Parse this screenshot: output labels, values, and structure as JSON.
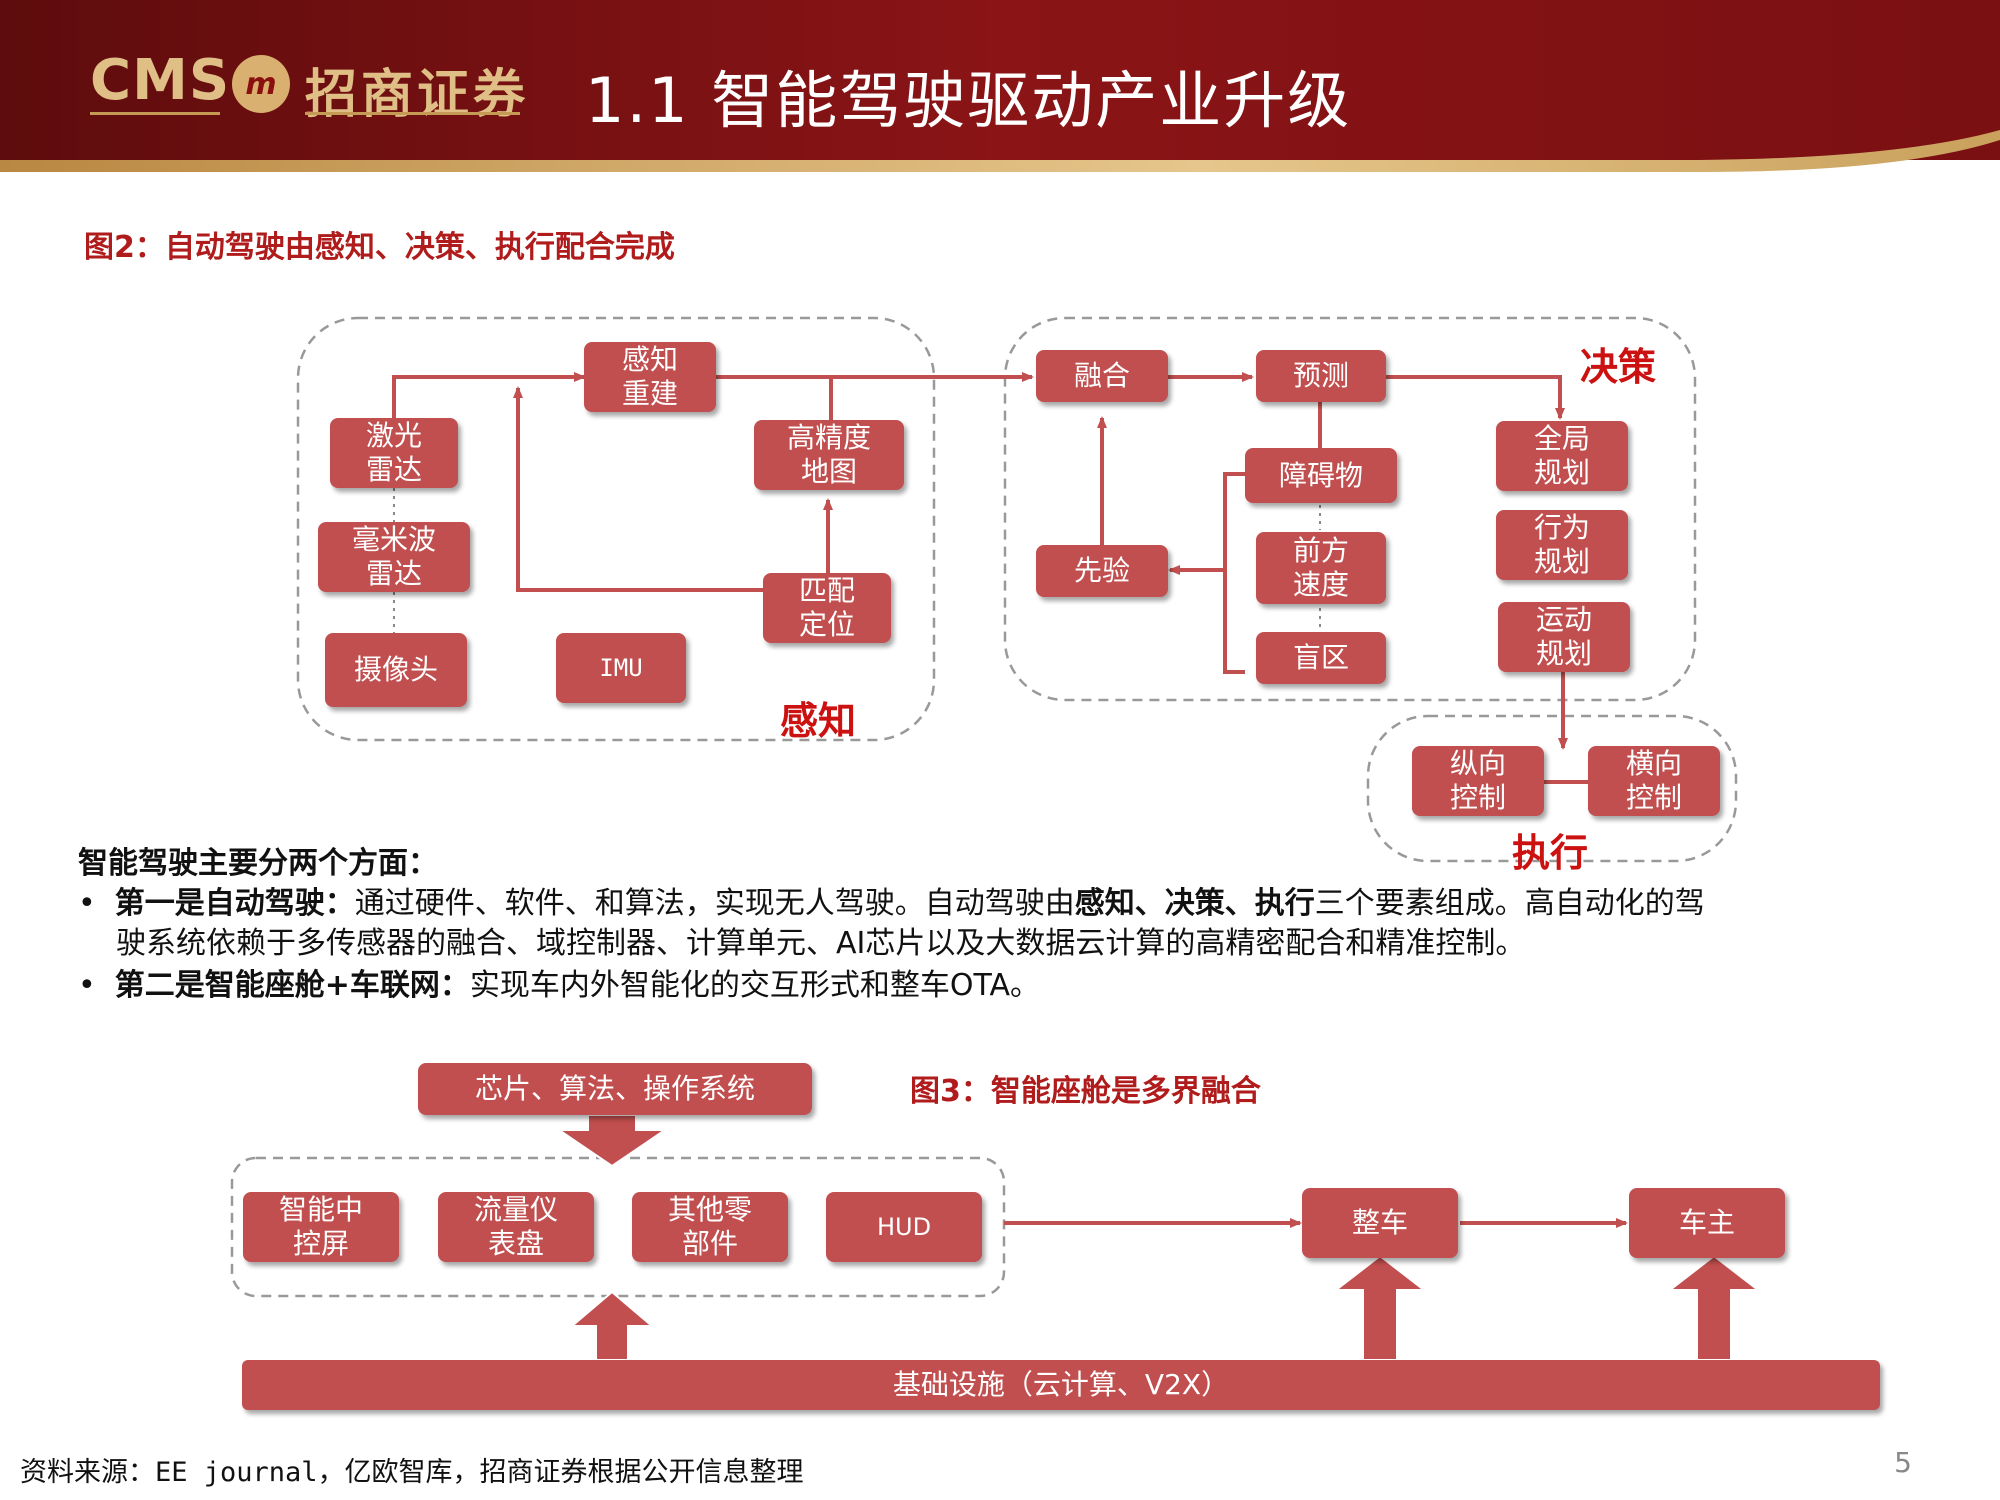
{
  "header": {
    "logo_text": "CMS",
    "logo_badge": "m",
    "logo_cn": "招商证券",
    "title": "1.1  智能驾驶驱动产业升级"
  },
  "fig2": {
    "caption": "图2：自动驾驶由感知、决策、执行配合完成",
    "sections": {
      "perception": "感知",
      "decision": "决策",
      "execution": "执行"
    },
    "nodes": {
      "lidar": "激光\n雷达",
      "mmwave": "毫米波\n雷达",
      "camera": "摄像头",
      "imu": "IMU",
      "reconstruct": "感知\n重建",
      "hdmap": "高精度\n地图",
      "localization": "匹配\n定位",
      "fusion": "融合",
      "prediction": "预测",
      "prior": "先验",
      "obstacle": "障碍物",
      "front_speed": "前方\n速度",
      "blind_zone": "盲区",
      "global_plan": "全局\n规划",
      "behavior_plan": "行为\n规划",
      "motion_plan": "运动\n规划",
      "long_control": "纵向\n控制",
      "lat_control": "横向\n控制"
    }
  },
  "text_block": {
    "heading": "智能驾驶主要分两个方面：",
    "bullet1_bold": "第一是自动驾驶：",
    "bullet1_text1": "通过硬件、软件、和算法，实现无人驾驶。自动驾驶由",
    "bullet1_bold2": "感知、决策、执行",
    "bullet1_text2": "三个要素组成。高自动化的驾",
    "bullet1_line2": "驶系统依赖于多传感器的融合、域控制器、计算单元、AI芯片以及大数据云计算的高精密配合和精准控制。",
    "bullet2_bold": "第二是智能座舱+车联网：",
    "bullet2_text": "实现车内外智能化的交互形式和整车OTA。"
  },
  "fig3": {
    "caption": "图3：智能座舱是多界融合",
    "nodes": {
      "chips": "芯片、算法、操作系统",
      "center_screen": "智能中\n控屏",
      "cluster": "流量仪\n表盘",
      "other_parts": "其他零\n部件",
      "hud": "HUD",
      "vehicle": "整车",
      "owner": "车主",
      "infrastructure": "基础设施（云计算、V2X）"
    }
  },
  "footer": {
    "source_prefix": "资料来源：",
    "source_mono": "EE journal",
    "source_rest": "，亿欧智库，招商证券根据公开信息整理",
    "page_number": "5"
  },
  "colors": {
    "header_dark": "#6e0f10",
    "header_red": "#8b1416",
    "box_fill": "#c24f4f",
    "arrow": "#c24f4f",
    "caption": "#b01c1c",
    "section_label": "#cc1111",
    "gold": "#e0bf86"
  }
}
